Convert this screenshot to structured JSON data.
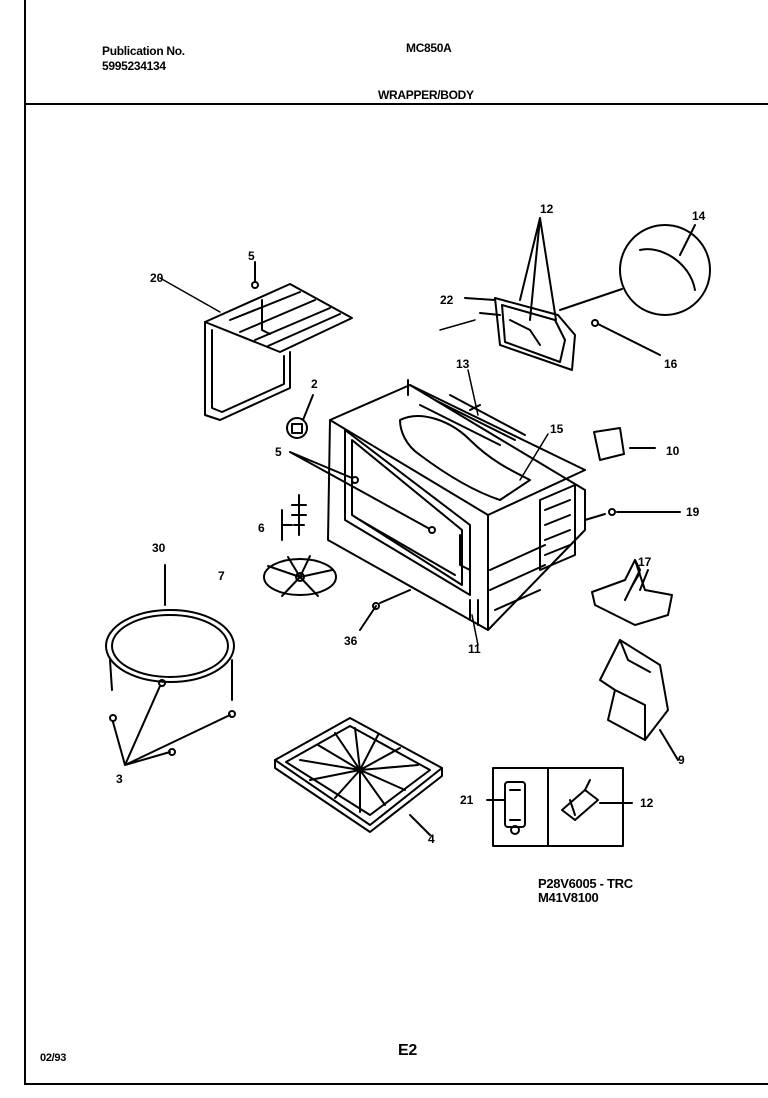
{
  "header": {
    "publication_label": "Publication No.",
    "publication_number": "5995234134",
    "model": "MC850A",
    "section_title": "WRAPPER/BODY"
  },
  "callouts": {
    "c2": "2",
    "c3": "3",
    "c4": "4",
    "c5a": "5",
    "c5b": "5",
    "c6": "6",
    "c7": "7",
    "c9": "9",
    "c10": "10",
    "c11": "11",
    "c12a": "12",
    "c12b": "12",
    "c13": "13",
    "c14": "14",
    "c15": "15",
    "c16": "16",
    "c17": "17",
    "c19": "19",
    "c20": "20",
    "c21": "21",
    "c22": "22",
    "c30": "30",
    "c36": "36"
  },
  "footer": {
    "ref_line1": "P28V6005 - TRC",
    "ref_line2": "M41V8100",
    "date": "02/93",
    "page": "E2"
  }
}
